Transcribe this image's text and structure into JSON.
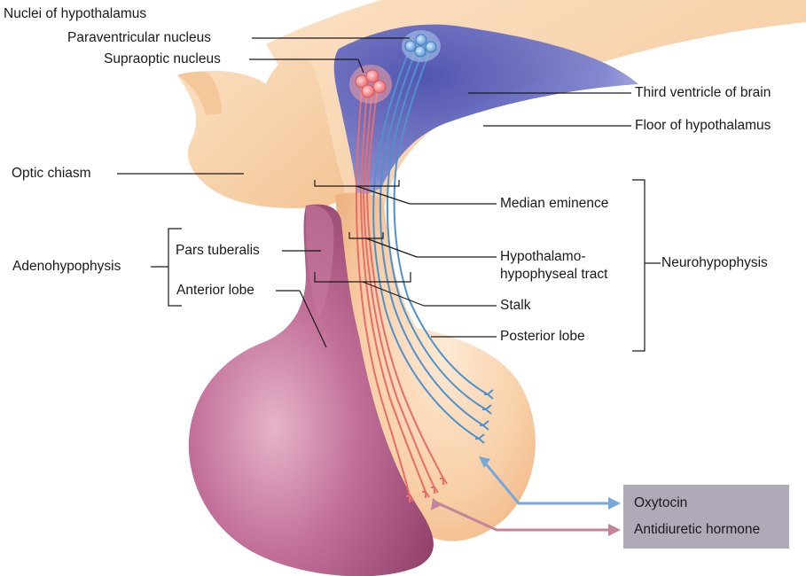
{
  "labels": {
    "nuclei_of_hypothalamus": "Nuclei of hypothalamus",
    "paraventricular_nucleus": "Paraventricular nucleus",
    "supraoptic_nucleus": "Supraoptic nucleus",
    "third_ventricle": "Third ventricle of brain",
    "floor_of_hypothalamus": "Floor of hypothalamus",
    "optic_chiasm": "Optic chiasm",
    "median_eminence": "Median eminence",
    "pars_tuberalis": "Pars tuberalis",
    "adenohypophysis": "Adenohypophysis",
    "hypothalamo_line1": "Hypothalamo-",
    "hypothalamo_line2": "hypophyseal tract",
    "neurohypophysis": "Neurohypophysis",
    "anterior_lobe": "Anterior lobe",
    "stalk": "Stalk",
    "posterior_lobe": "Posterior lobe"
  },
  "hormones": {
    "oxytocin": "Oxytocin",
    "antidiuretic_hormone": "Antidiuretic hormone"
  },
  "colors": {
    "anterior_lobe": "#b65a86",
    "posterior_lobe": "#f9d2ae",
    "third_ventricle": "#6b6fc0",
    "supraoptic_axons": "#e96b6b",
    "paraventricular_axons": "#4d92cf",
    "oxytocin_arrow": "#7aa7da",
    "adh_arrow": "#c2849c",
    "hormone_box": "#b0a9b8"
  }
}
